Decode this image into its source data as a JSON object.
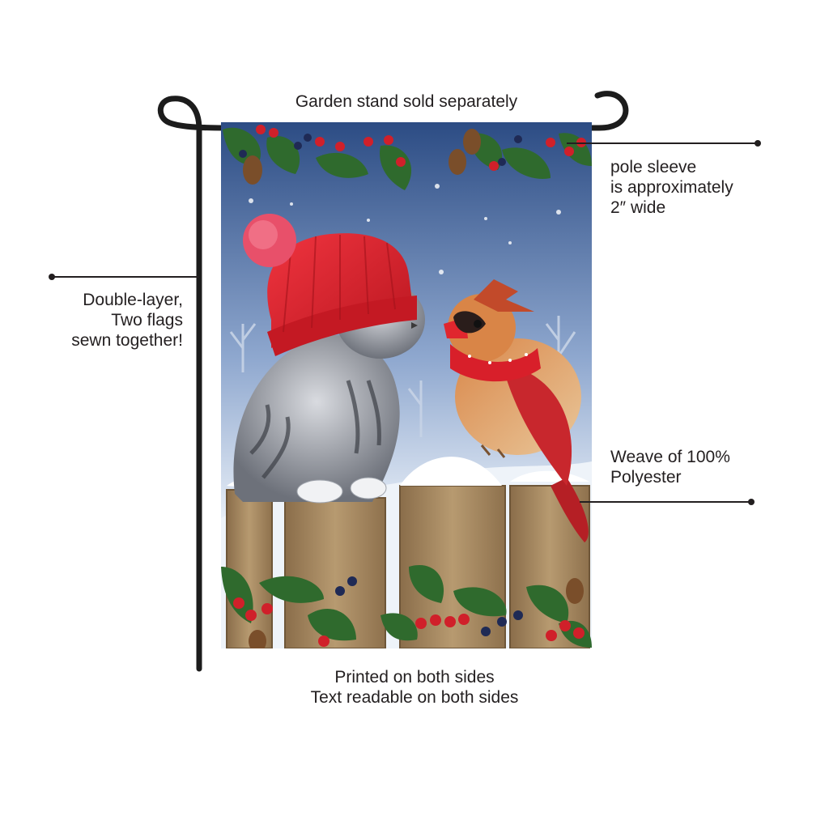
{
  "callouts": {
    "stand": "Garden stand sold separately",
    "sleeve_l1": "pole sleeve",
    "sleeve_l2": "is approximately",
    "sleeve_l3": "2″ wide",
    "layer_l1": "Double-layer,",
    "layer_l2": "Two flags",
    "layer_l3": "sewn together!",
    "weave_l1": "Weave of 100%",
    "weave_l2": "Polyester",
    "print_l1": "Printed on both sides",
    "print_l2": "Text readable on both sides"
  },
  "colors": {
    "sky_top": "#2f4f86",
    "sky_bottom": "#dfe8f3",
    "hat_red": "#e2232f",
    "pompom": "#e8506a",
    "fence_wood": "#a98a62",
    "holly_green": "#2f6a2d",
    "berry_red": "#d0202a",
    "cardinal_body": "#cd7a3a",
    "cardinal_wing": "#c8272d",
    "stand_black": "#1c1c1c"
  },
  "icons": [
    "garden-stand-icon",
    "flag-illustration",
    "kitten-in-red-hat",
    "cardinal-in-scarf",
    "holly-border"
  ]
}
